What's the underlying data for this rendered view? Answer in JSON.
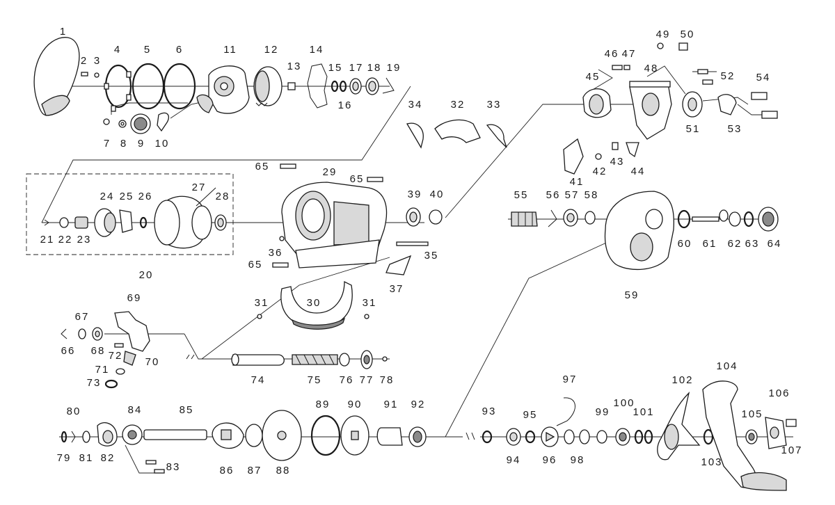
{
  "colors": {
    "line": "#1a1a1a",
    "shade": "#d9d9d9",
    "dark": "#8a8a8a"
  },
  "labels": {
    "p1": "1",
    "p2": "2",
    "p3": "3",
    "p4": "4",
    "p5": "5",
    "p6": "6",
    "p7": "7",
    "p8": "8",
    "p9": "9",
    "p10": "10",
    "p11": "11",
    "p12": "12",
    "p13": "13",
    "p14": "14",
    "p15": "15",
    "p16": "16",
    "p17": "17",
    "p18": "18",
    "p19": "19",
    "p20": "20",
    "p21": "21",
    "p22": "22",
    "p23": "23",
    "p24": "24",
    "p25": "25",
    "p26": "26",
    "p27": "27",
    "p28": "28",
    "p29": "29",
    "p30": "30",
    "p31a": "31",
    "p31b": "31",
    "p32": "32",
    "p33": "33",
    "p34": "34",
    "p35": "35",
    "p36": "36",
    "p37": "37",
    "p39": "39",
    "p40": "40",
    "p41": "41",
    "p42": "42",
    "p43": "43",
    "p44": "44",
    "p45": "45",
    "p46": "46",
    "p47": "47",
    "p48": "48",
    "p49": "49",
    "p50": "50",
    "p51": "51",
    "p52": "52",
    "p53": "53",
    "p54": "54",
    "p55": "55",
    "p56": "56",
    "p57": "57",
    "p58": "58",
    "p59": "59",
    "p60": "60",
    "p61": "61",
    "p62": "62",
    "p63": "63",
    "p64": "64",
    "p65a": "65",
    "p65b": "65",
    "p65c": "65",
    "p66": "66",
    "p67": "67",
    "p68": "68",
    "p69": "69",
    "p70": "70",
    "p71": "71",
    "p72": "72",
    "p73": "73",
    "p74": "74",
    "p75": "75",
    "p76": "76",
    "p77": "77",
    "p78": "78",
    "p79": "79",
    "p80": "80",
    "p81": "81",
    "p82": "82",
    "p83": "83",
    "p84": "84",
    "p85": "85",
    "p86": "86",
    "p87": "87",
    "p88": "88",
    "p89": "89",
    "p90": "90",
    "p91": "91",
    "p92": "92",
    "p93": "93",
    "p94": "94",
    "p95": "95",
    "p96": "96",
    "p97": "97",
    "p98": "98",
    "p99": "99",
    "p100": "100",
    "p101": "101",
    "p102": "102",
    "p103": "103",
    "p104": "104",
    "p105": "105",
    "p106": "106",
    "p107": "107"
  }
}
